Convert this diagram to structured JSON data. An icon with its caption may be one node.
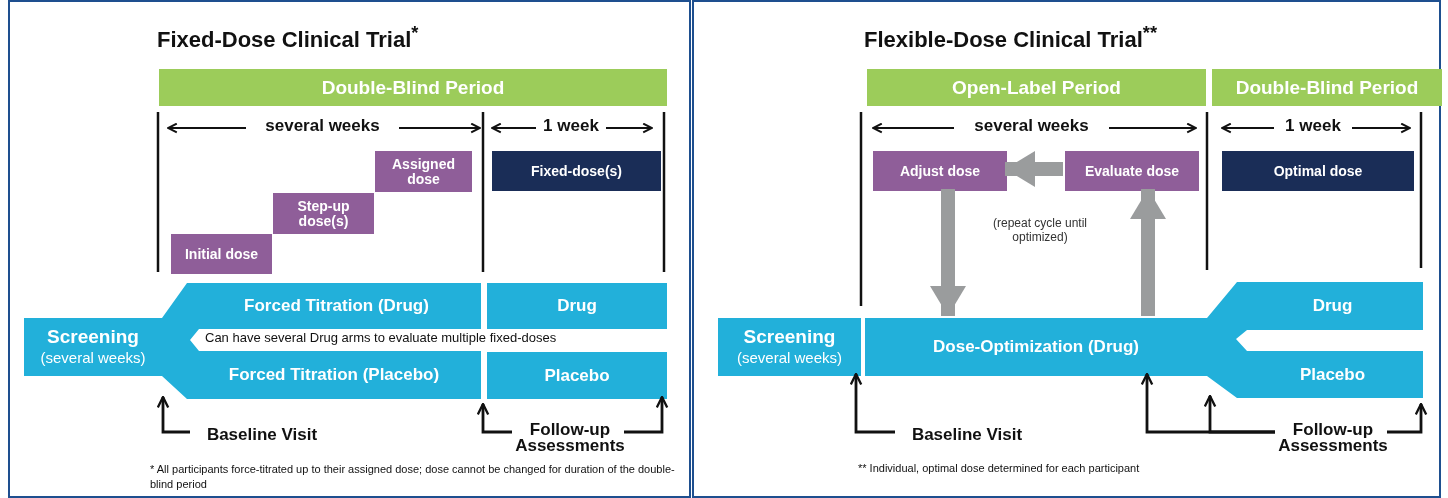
{
  "diagram": {
    "nodes": [
      {
        "text": [
          "Fixed-Dose Clinical Trial$^{*}$"
        ]
      },
      {
        "text": [
          "Double-Blind Period"
        ],
        "in": 0
      },
      {
        "text": [
          "Initial dose"
        ],
        "in": 0
      },
      {
        "text": [
          "Step-up dose(s)"
        ],
        "in": 0
      },
      {
        "text": [
          "Assigned dose"
        ],
        "in": 0
      },
      {
        "text": [
          "Fixed-dose(s)"
        ],
        "in": 0
      },
      {
        "text": [
          "Screening",
          "(several weeks)"
        ],
        "in": 0
      },
      {
        "text": [
          "Forced Titration (Drug)"
        ],
        "in": 0
      },
      {
        "text": [
          "Forced Titration (Placebo)"
        ],
        "in": 0
      },
      {
        "text": [
          "Drug"
        ],
        "in": 0
      },
      {
        "text": [
          "Placebo"
        ],
        "in": 0
      },
      {
        "text": [
          "Baseline Visit"
        ],
        "in": 0
      },
      {
        "text": [
          "Follow-up Assessments"
        ],
        "in": 0
      },
      {
        "text": [
          "Flexible-Dose Clinical Trial$^{**}$"
        ]
      },
      {
        "text": [
          "Open-Label Period"
        ],
        "in": 13
      },
      {
        "text": [
          "Double-Blind Period"
        ],
        "in": 13
      },
      {
        "text": [
          "Adjust dose"
        ],
        "in": 13
      },
      {
        "text": [
          "Evaluate dose"
        ],
        "in": 13
      },
      {
        "text": [
          "Optimal dose"
        ],
        "in": 13
      },
      {
        "text": [
          "Screening",
          "(several weeks)"
        ],
        "in": 13
      },
      {
        "text": [
          "Dose-Optimization (Drug)"
        ],
        "in": 13
      },
      {
        "text": [
          "Drug"
        ],
        "in": 13
      },
      {
        "text": [
          "Placebo"
        ],
        "in": 13
      },
      {
        "text": [
          "Baseline Visit"
        ],
        "in": 13
      },
      {
        "text": [
          "Follow-up Assessments"
        ],
        "in": 13
      }
    ],
    "edges": [
      {
        "from": 17,
        "to": 16,
        "arrow": "to",
        "style": "thick",
        "color": "#9a9c9d"
      },
      {
        "from": 16,
        "to": 20,
        "arrow": "to",
        "style": "thick",
        "color": "#9a9c9d"
      },
      {
        "from": 20,
        "to": 17,
        "arrow": "to",
        "style": "thick",
        "color": "#9a9c9d"
      },
      {
        "from": 11,
        "to": 8,
        "arrow": "to"
      },
      {
        "from": 12,
        "to": null,
        "arrow": "to"
      },
      {
        "from": 12,
        "to": 10,
        "arrow": "to"
      },
      {
        "from": 23,
        "to": 19,
        "arrow": "to"
      },
      {
        "from": 24,
        "to": 20,
        "arrow": "to"
      },
      {
        "from": 24,
        "to": 22,
        "arrow": "to"
      },
      {
        "from": 24,
        "to": null,
        "arrow": "to"
      }
    ],
    "labels": [
      "several weeks",
      "1 week",
      "Can have several Drug arms to evaluate multiple fixed-doses",
      "* All participants force-titrated up to their assigned dose; dose cannot be changed for duration of the double-blind period",
      "several weeks",
      "1 week",
      "(repeat cycle until optimized)",
      "** Individual, optimal dose determined for each participant"
    ]
  }
}
